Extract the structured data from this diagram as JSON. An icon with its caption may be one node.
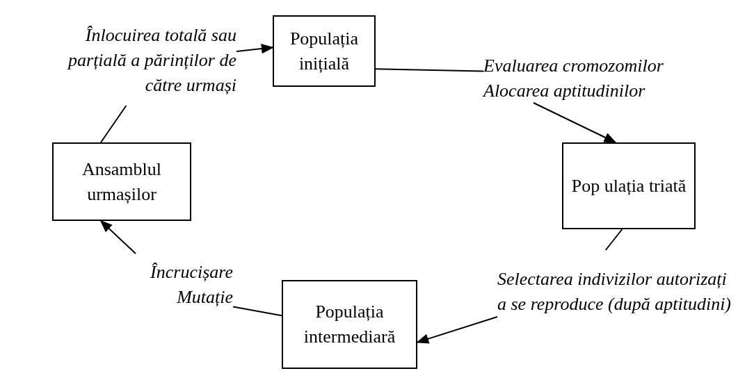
{
  "diagram": {
    "nodes": [
      {
        "text": [
          "Populația inițială"
        ]
      },
      {
        "text": [
          "Evaluarea cromozomilor",
          "Alocarea aptitudinilor"
        ]
      },
      {
        "text": [
          "Pop ulația triată"
        ]
      },
      {
        "text": [
          "Selectarea indivizilor autorizați a se reproduce (după aptitudini)"
        ]
      },
      {
        "text": [
          "Populația intermediară"
        ]
      },
      {
        "text": [
          "Încrucișare",
          "Mutație"
        ]
      },
      {
        "text": [
          "Ansamblul urmașilor"
        ]
      },
      {
        "text": [
          "Înlocuirea totală sau parțială a părinților de către urmași"
        ]
      }
    ],
    "edges": [
      {
        "from": 0,
        "to": 1,
        "arrow": "none"
      },
      {
        "from": 1,
        "to": 2,
        "arrow": "to"
      },
      {
        "from": 2,
        "to": 3,
        "arrow": "none"
      },
      {
        "from": 3,
        "to": 4,
        "arrow": "to"
      },
      {
        "from": 5,
        "to": 4,
        "arrow": "none"
      },
      {
        "from": 5,
        "to": 6,
        "arrow": "to"
      },
      {
        "from": 7,
        "to": 6,
        "arrow": "none"
      },
      {
        "from": 7,
        "to": 0,
        "arrow": "to"
      }
    ]
  }
}
